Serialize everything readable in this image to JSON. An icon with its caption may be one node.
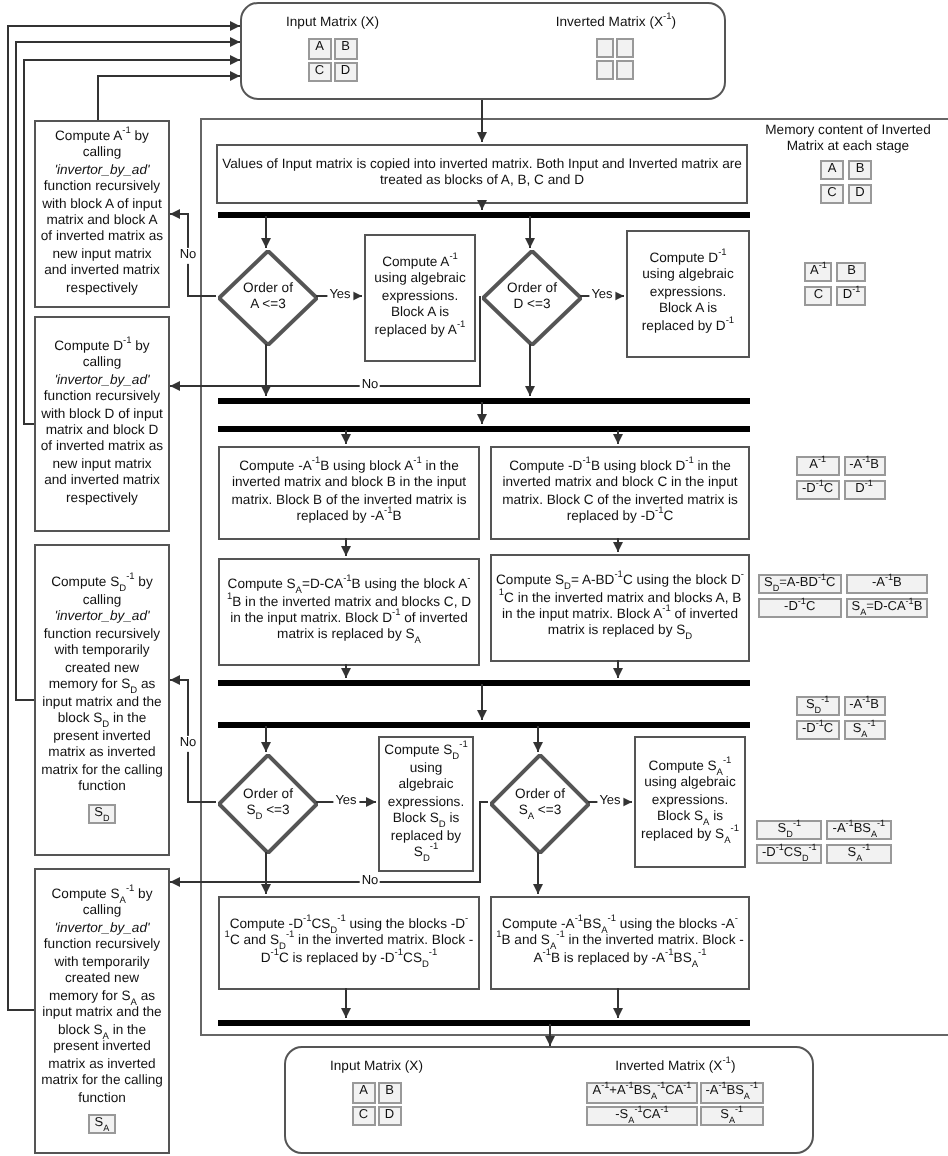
{
  "diagram": {
    "nodes": [
      {
        "text": [
          "Input Matrix (X)",
          "A",
          "B",
          "C",
          "D",
          "Inverted Matrix (X$^{-1}$)"
        ]
      },
      {
        "text": [],
        "shape": "box"
      },
      {
        "text": [
          "Values of Input matrix is copied into inverted matrix. Both Input and Inverted matrix are treated as blocks of A, B, C and D"
        ],
        "in": 1
      },
      {
        "text": [],
        "shape": "bar",
        "in": 1
      },
      {
        "text": [
          "Order of A <=3"
        ],
        "in": 1
      },
      {
        "text": [
          "Compute A$^{-1}$ using algebraic expressions. Block A is replaced by A$^{-1}$"
        ],
        "in": 1
      },
      {
        "text": [
          "Order of D <=3"
        ],
        "in": 1
      },
      {
        "text": [
          "Compute D$^{-1}$ using algebraic expressions. Block A is replaced by D$^{-1}$"
        ],
        "in": 1
      },
      {
        "text": [],
        "shape": "bar",
        "in": 1
      },
      {
        "text": [],
        "shape": "bar",
        "in": 1
      },
      {
        "text": [
          "Compute -A$^{-1}$B using block A$^{-1}$ in the inverted matrix and block B in the input matrix. Block B of the inverted matrix is replaced by -A$^{-1}$B"
        ],
        "in": 1
      },
      {
        "text": [
          "Compute -D$^{-1}$B using block D$^{-1}$ in the inverted matrix and block C in the input matrix. Block C of the inverted matrix is replaced by -D$^{-1}$C"
        ],
        "in": 1
      },
      {
        "text": [
          "Compute S$_{A}$=D-CA$^{-1}$B using the block A$^{-1}$B in the inverted matrix and blocks C, D in the input matrix. Block D$^{-1}$ of inverted matrix is replaced by S$_{A}$"
        ],
        "in": 1
      },
      {
        "text": [
          "Compute S$_{D}$= A-BD$^{-1}$C using the block D$^{-1}$C in the inverted matrix and blocks A, B in the input matrix. Block A$^{-1}$ of inverted matrix is replaced by S$_{D}$"
        ],
        "in": 1
      },
      {
        "text": [],
        "shape": "bar",
        "in": 1
      },
      {
        "text": [],
        "shape": "bar",
        "in": 1
      },
      {
        "text": [
          "Order of S$_{D}$ <=3"
        ],
        "in": 1
      },
      {
        "text": [
          "Compute S$_{D}$$^{-1}$ using algebraic expressions. Block S$_{D}$ is replaced by S$_{D}$$^{-1}$"
        ],
        "in": 1
      },
      {
        "text": [
          "Order of S$_{A}$ <=3"
        ],
        "in": 1
      },
      {
        "text": [
          "Compute S$_{A}$$^{-1}$ using algebraic expressions. Block S$_{A}$ is replaced by S$_{A}$$^{-1}$"
        ],
        "in": 1
      },
      {
        "text": [
          "Compute -D$^{-1}$CS$_{D}$$^{-1}$ using the blocks -D$^{-1}$C and S$_{D}$$^{-1}$ in the inverted matrix. Block -D$^{-1}$C is replaced by -D$^{-1}$CS$_{D}$$^{-1}$"
        ],
        "in": 1
      },
      {
        "text": [
          "Compute -A$^{-1}$BS$_{A}$$^{-1}$ using the blocks -A$^{-1}$B and S$_{A}$$^{-1}$ in the inverted matrix. Block -A$^{-1}$B is replaced by -A$^{-1}$BS$_{A}$$^{-1}$"
        ],
        "in": 1
      },
      {
        "text": [],
        "shape": "bar",
        "in": 1
      },
      {
        "text": [
          "Compute A$^{-1}$ by calling *'invertor_by_ad'* function recursively with block A of input matrix and block A of inverted matrix as new input matrix and inverted matrix respectively"
        ]
      },
      {
        "text": [
          "Compute D$^{-1}$ by calling *'invertor_by_ad'* function recursively with block D of input matrix and block D of inverted matrix as new input matrix and inverted matrix respectively"
        ]
      },
      {
        "text": [
          "Compute S$_{D}$$^{-1}$ by calling *'invertor_by_ad'* function recursively with temporarily created new memory for S$_{D}$ as input matrix and the block S$_{D}$ in the present inverted matrix as inverted matrix for the calling function",
          "S$_{D}$"
        ]
      },
      {
        "text": [
          "Compute S$_{A}$$^{-1}$ by calling *'invertor_by_ad'* function recursively with temporarily created new memory for S$_{A}$ as input matrix and the block S$_{A}$ in the present inverted matrix as inverted matrix for the calling function",
          "S$_{A}$"
        ]
      },
      {
        "text": [
          "Input Matrix (X)",
          "A",
          "B",
          "C",
          "D",
          "Inverted Matrix (X$^{-1}$)",
          "A$^{-1}$+A$^{-1}$BS$_{A}$$^{-1}$CA$^{-1}$",
          "-A$^{-1}$BS$_{A}$$^{-1}$",
          "-S$_{A}$$^{-1}$CA$^{-1}$",
          "S$_{A}$$^{-1}$"
        ]
      }
    ],
    "edges": [
      {
        "from": 0,
        "to": 2,
        "arrow": "to"
      },
      {
        "from": 2,
        "to": 3,
        "arrow": "to"
      },
      {
        "from": 3,
        "to": 4,
        "arrow": "to"
      },
      {
        "from": 3,
        "to": 6,
        "arrow": "to"
      },
      {
        "from": 4,
        "to": 5,
        "arrow": "to",
        "label": "Yes"
      },
      {
        "from": 4,
        "to": 23,
        "arrow": "to",
        "label": "No"
      },
      {
        "from": 6,
        "to": 7,
        "arrow": "to",
        "label": "Yes"
      },
      {
        "from": 6,
        "to": 24,
        "arrow": "to",
        "label": "No"
      },
      {
        "from": 4,
        "to": 8,
        "arrow": "to"
      },
      {
        "from": 6,
        "to": 8,
        "arrow": "to"
      },
      {
        "from": 23,
        "to": 0,
        "arrow": "to"
      },
      {
        "from": 24,
        "to": 0,
        "arrow": "to"
      },
      {
        "from": 25,
        "to": 0,
        "arrow": "to"
      },
      {
        "from": 26,
        "to": 0,
        "arrow": "to"
      },
      {
        "from": 8,
        "to": 9,
        "arrow": "to"
      },
      {
        "from": 9,
        "to": 10,
        "arrow": "to"
      },
      {
        "from": 9,
        "to": 11,
        "arrow": "to"
      },
      {
        "from": 10,
        "to": 12,
        "arrow": "to"
      },
      {
        "from": 11,
        "to": 13,
        "arrow": "to"
      },
      {
        "from": 12,
        "to": 14,
        "arrow": "to"
      },
      {
        "from": 13,
        "to": 14,
        "arrow": "to"
      },
      {
        "from": 14,
        "to": 15,
        "arrow": "to"
      },
      {
        "from": 15,
        "to": 16,
        "arrow": "to"
      },
      {
        "from": 15,
        "to": 18,
        "arrow": "to"
      },
      {
        "from": 16,
        "to": 17,
        "arrow": "to",
        "label": "Yes"
      },
      {
        "from": 16,
        "to": 25,
        "arrow": "to",
        "label": "No"
      },
      {
        "from": 18,
        "to": 19,
        "arrow": "to",
        "label": "Yes"
      },
      {
        "from": 18,
        "to": 26,
        "arrow": "to",
        "label": "No"
      },
      {
        "from": 16,
        "to": 20,
        "arrow": "to"
      },
      {
        "from": 18,
        "to": 21,
        "arrow": "to"
      },
      {
        "from": 20,
        "to": 22,
        "arrow": "to"
      },
      {
        "from": 21,
        "to": 22,
        "arrow": "to"
      },
      {
        "from": 22,
        "to": 27,
        "arrow": "to"
      }
    ],
    "labels": [
      "Memory content of Inverted Matrix at each stage",
      "A",
      "B",
      "C",
      "D",
      "A$^{-1}$",
      "B",
      "C",
      "D$^{-1}$",
      "A$^{-1}$",
      "-A$^{-1}$B",
      "-D$^{-1}$C",
      "D$^{-1}$",
      "S$_{D}$=A-BD$^{-1}$C",
      "-A$^{-1}$B",
      "-D$^{-1}$C",
      "S$_{A}$=D-CA$^{-1}$B",
      "S$_{D}$$^{-1}$",
      "-A$^{-1}$B",
      "-D$^{-1}$C",
      "S$_{A}$$^{-1}$",
      "S$_{D}$$^{-1}$",
      "-A$^{-1}$BS$_{A}$$^{-1}$",
      "-D$^{-1}$CS$_{D}$$^{-1}$",
      "S$_{A}$$^{-1}$"
    ]
  }
}
